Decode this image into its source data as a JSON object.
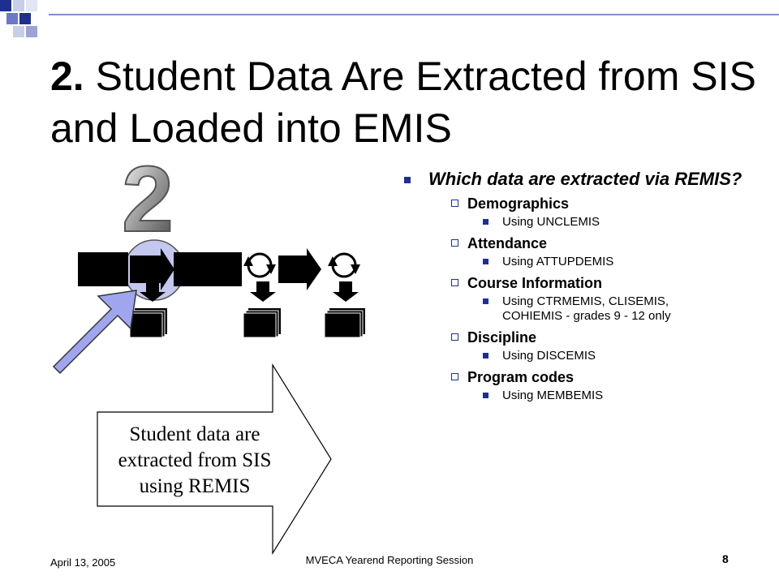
{
  "slide": {
    "title_number": "2.",
    "title_text": " Student Data Are Extracted from SIS and Loaded into EMIS",
    "big_numeral": "2",
    "callout_text": "Student data are extracted from SIS using REMIS",
    "bullets": {
      "question": "Which data are extracted via REMIS?",
      "items": [
        {
          "label": "Demographics",
          "sub": "Using UNCLEMIS"
        },
        {
          "label": "Attendance",
          "sub": "Using ATTUPDEMIS"
        },
        {
          "label": "Course Information",
          "sub": "Using CTRMEMIS, CLISEMIS, COHIEMIS - grades 9 - 12 only"
        },
        {
          "label": "Discipline",
          "sub": "Using DISCEMIS"
        },
        {
          "label": "Program codes",
          "sub": "Using MEMBEMIS"
        }
      ]
    }
  },
  "footer": {
    "date": "April 13, 2005",
    "session": "MVECA Yearend Reporting Session",
    "page_number": "8"
  },
  "colors": {
    "accent_blue": "#1f2f8f",
    "corner_blue": "#5a6abe",
    "arrow_fill": "#9fa6ee",
    "circle_fill": "#c4c8ee"
  }
}
